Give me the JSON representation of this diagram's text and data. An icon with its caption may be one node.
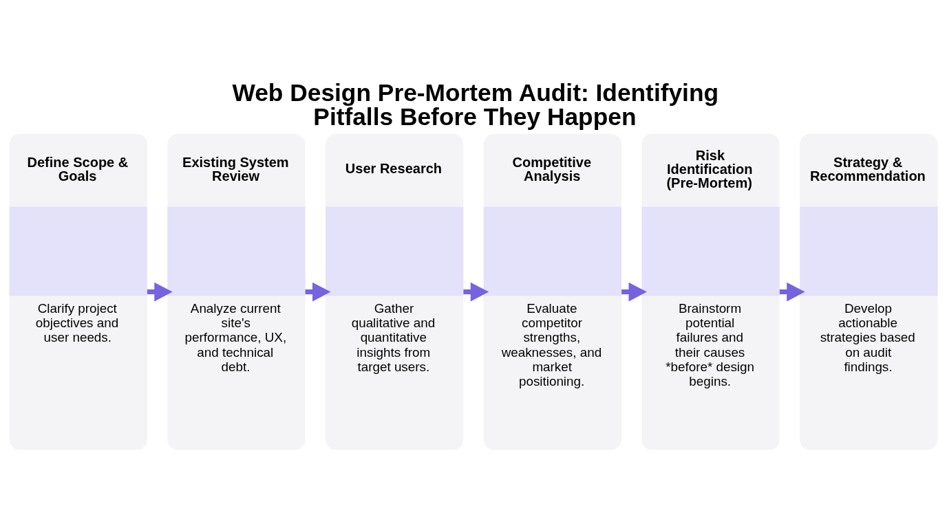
{
  "diagram": {
    "title": "Web Design Pre-Mortem Audit: Identifying Pitfalls Before They Happen",
    "nodes": [
      {
        "text": [
          "Define Scope & Goals",
          "Clarify project objectives and user needs."
        ]
      },
      {
        "text": [
          "Existing System Review",
          "Analyze current site's performance, UX, and technical debt."
        ]
      },
      {
        "text": [
          "User Research",
          "Gather qualitative and quantitative insights from target users."
        ]
      },
      {
        "text": [
          "Competitive Analysis",
          "Evaluate competitor strengths, weaknesses, and market positioning."
        ]
      },
      {
        "text": [
          "Risk Identification (Pre-Mortem)",
          "Brainstorm potential failures and their causes *before* design begins."
        ]
      },
      {
        "text": [
          "Strategy & Recommendation",
          "Develop actionable strategies based on audit findings."
        ]
      }
    ],
    "edges": [
      {
        "from": 0,
        "to": 1,
        "arrow": "to"
      },
      {
        "from": 1,
        "to": 2,
        "arrow": "to"
      },
      {
        "from": 2,
        "to": 3,
        "arrow": "to"
      },
      {
        "from": 3,
        "to": 4,
        "arrow": "to"
      },
      {
        "from": 4,
        "to": 5,
        "arrow": "to"
      }
    ]
  }
}
